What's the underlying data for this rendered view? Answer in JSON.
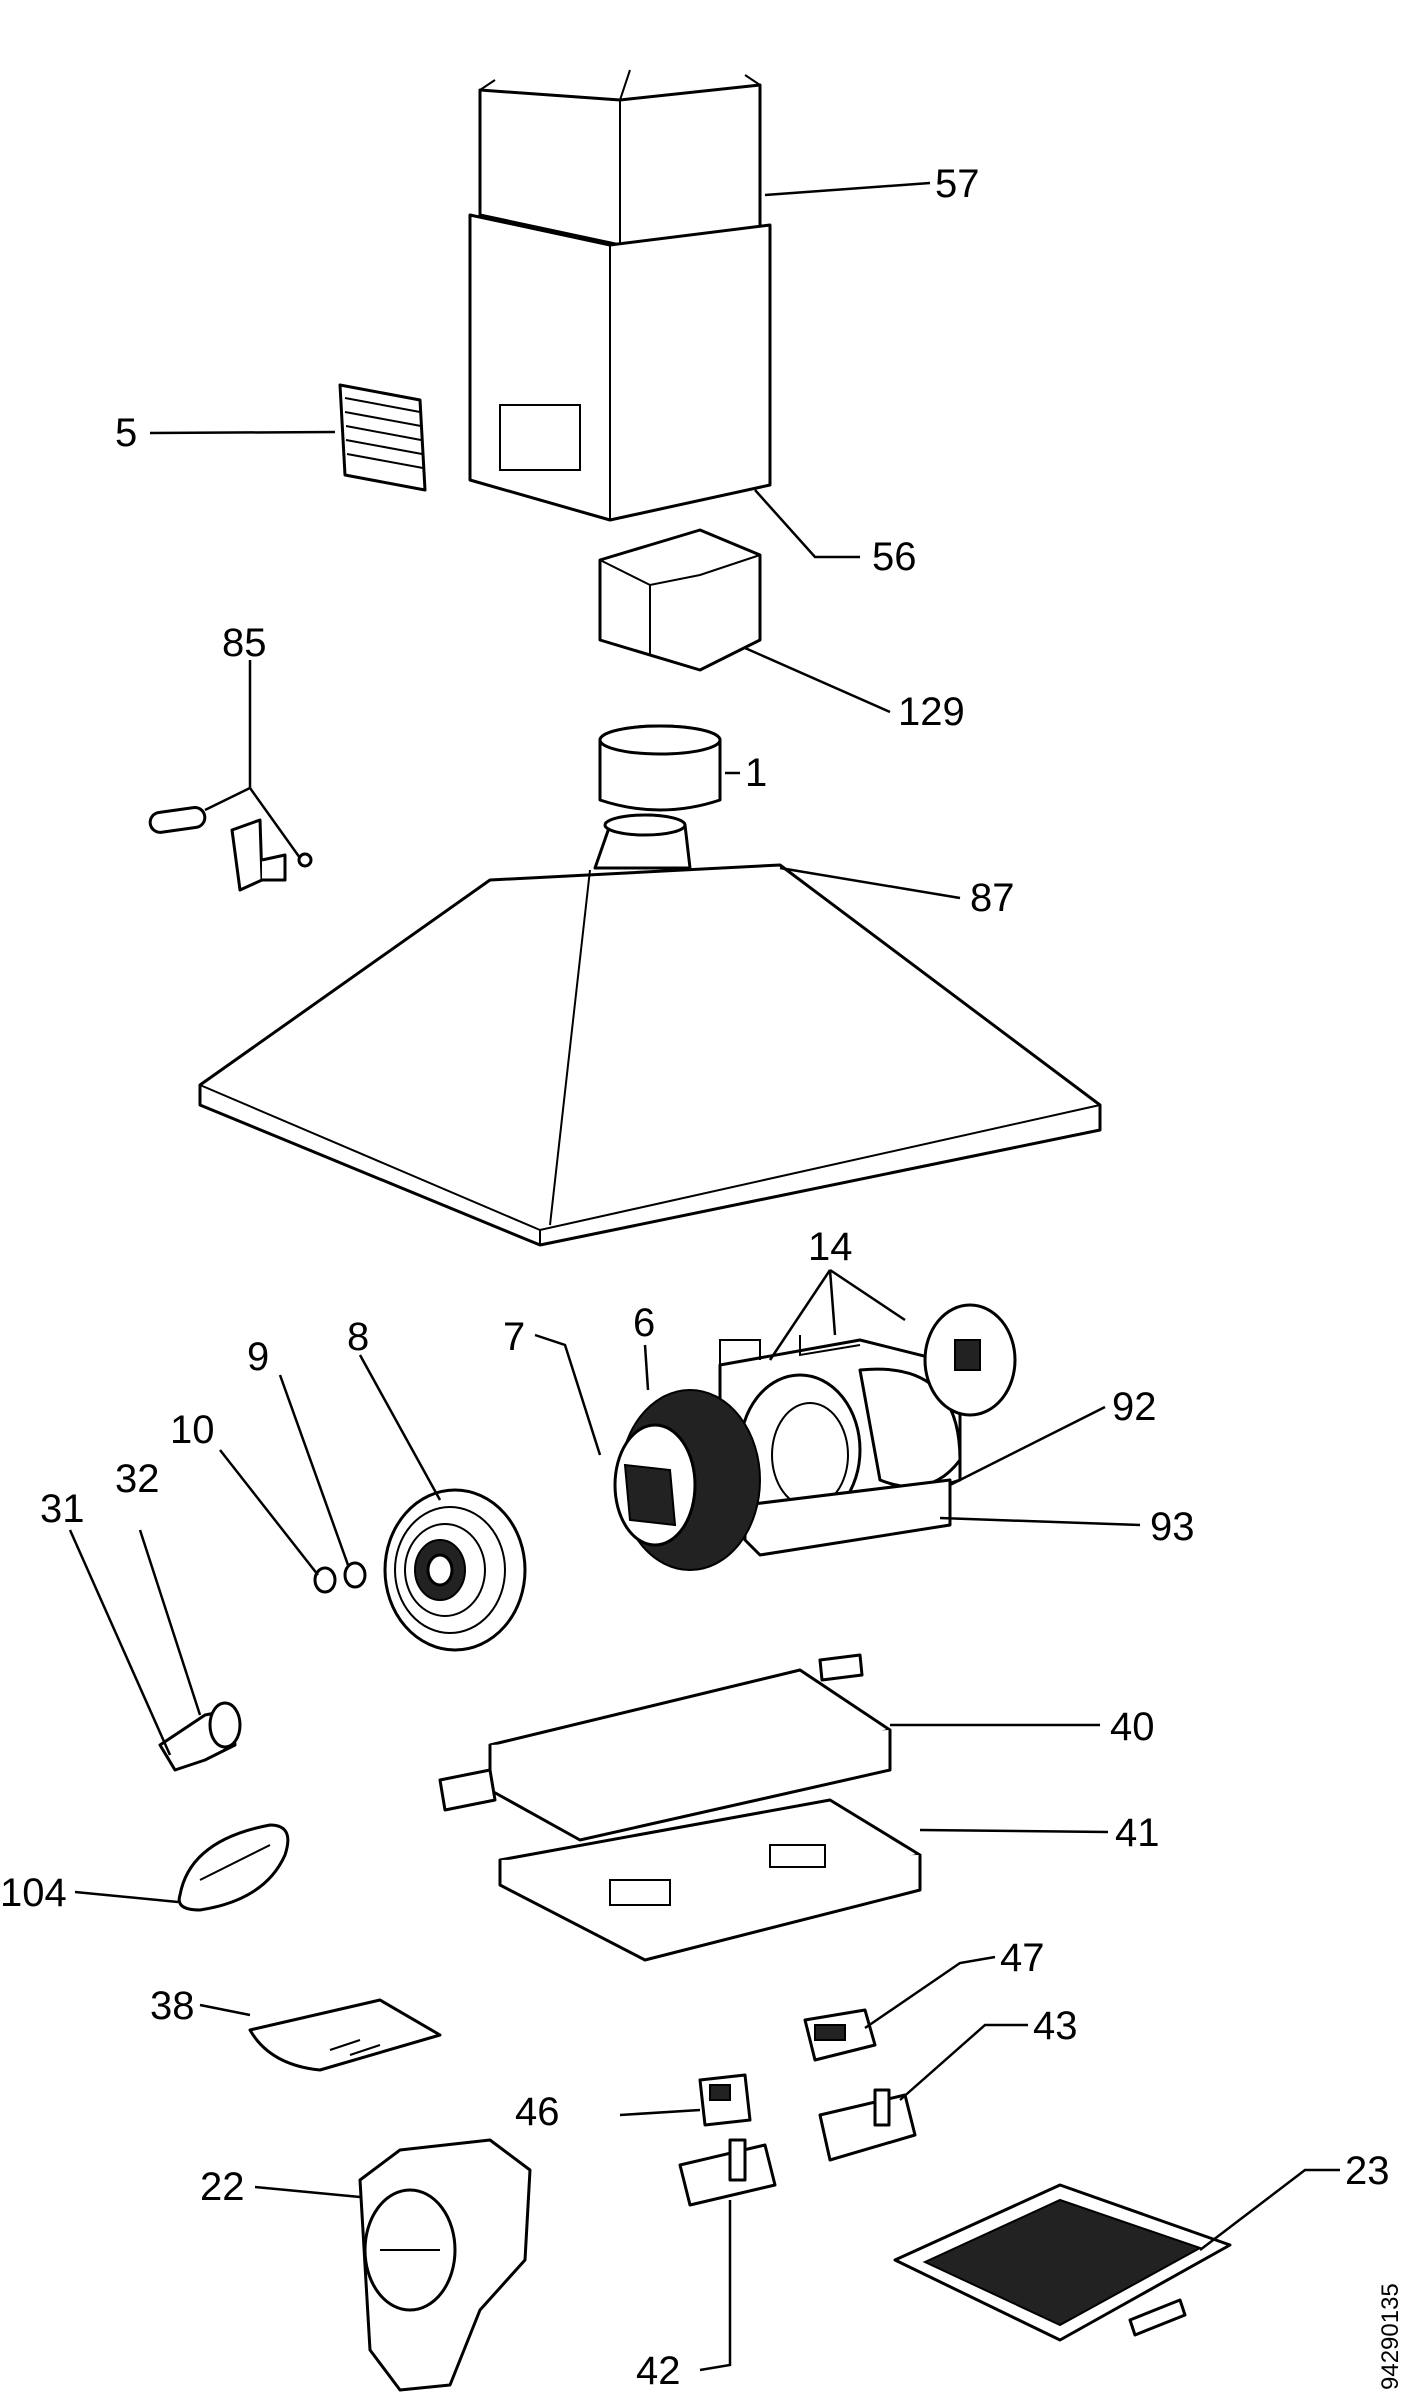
{
  "diagram": {
    "doc_code": "94290135",
    "labels": [
      "57",
      "5",
      "56",
      "85",
      "129",
      "1",
      "87",
      "14",
      "8",
      "9",
      "7",
      "6",
      "92",
      "10",
      "32",
      "31",
      "93",
      "40",
      "104",
      "41",
      "47",
      "38",
      "43",
      "46",
      "22",
      "23",
      "42"
    ]
  }
}
